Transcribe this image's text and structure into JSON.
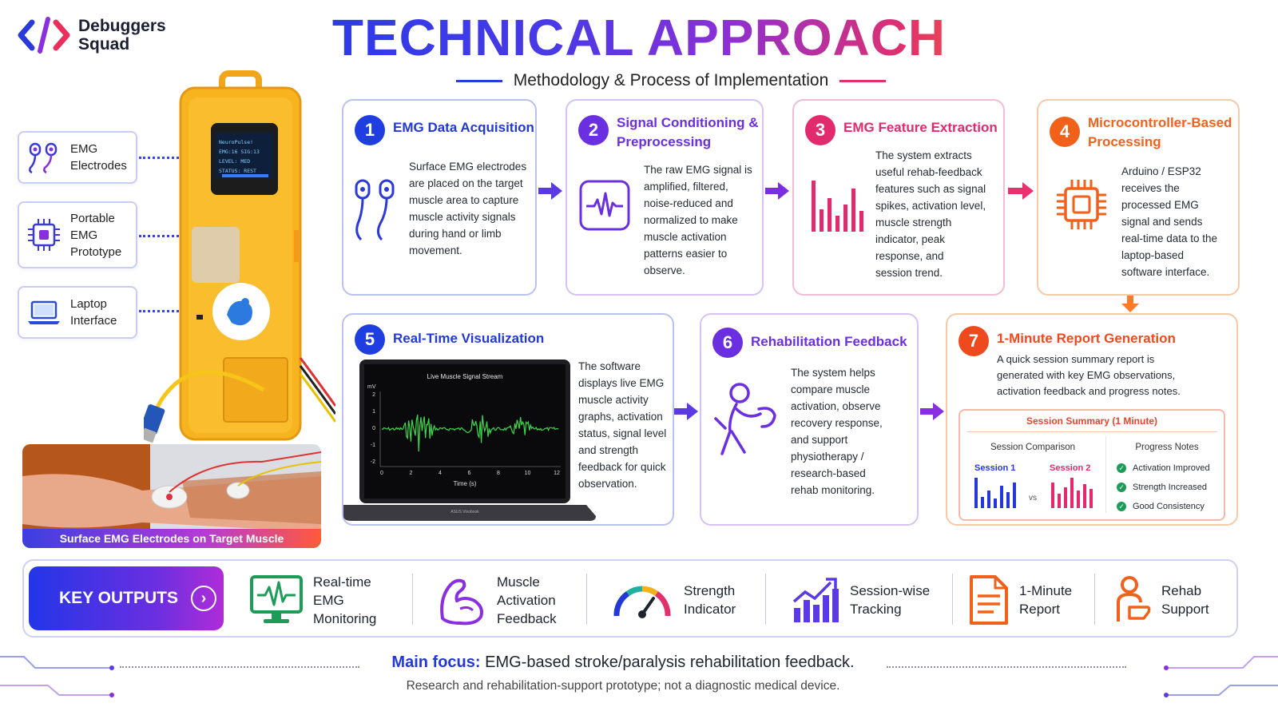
{
  "brand": {
    "name": "Debuggers\nSquad"
  },
  "header": {
    "title": "TECHNICAL APPROACH",
    "subtitle": "Methodology & Process of Implementation"
  },
  "side_labels": [
    {
      "label": "EMG\nElectrodes",
      "icon": "electrodes-icon"
    },
    {
      "label": "Portable\nEMG\nPrototype",
      "icon": "chip-icon"
    },
    {
      "label": "Laptop\nInterface",
      "icon": "laptop-icon"
    }
  ],
  "device": {
    "screen_lines": [
      "NeuroPulse!",
      "EMG:16   SIG:13",
      "LEVEL: MED",
      "STATUS: REST"
    ]
  },
  "photo": {
    "caption": "Surface EMG Electrodes on Target Muscle"
  },
  "steps": [
    {
      "num": "1",
      "title": "EMG Data Acquisition",
      "desc": "Surface EMG electrodes\nare placed on the target\nmuscle area to capture\nmuscle activity signals\nduring hand or limb\nmovement."
    },
    {
      "num": "2",
      "title": "Signal Conditioning &\nPreprocessing",
      "desc": "The raw EMG signal is\namplified, filtered,\nnoise-reduced and\nnormalized to make\nmuscle activation\npatterns easier to\nobserve."
    },
    {
      "num": "3",
      "title": "EMG Feature Extraction",
      "desc": "The system extracts\nuseful rehab-feedback\nfeatures such as signal\nspikes, activation level,\nmuscle strength\nindicator, peak\nresponse, and\nsession trend."
    },
    {
      "num": "4",
      "title": "Microcontroller-Based\nProcessing",
      "desc": "Arduino / ESP32\nreceives the\nprocessed EMG\nsignal and sends\nreal-time data to the\nlaptop-based\nsoftware interface."
    },
    {
      "num": "5",
      "title": "Real-Time Visualization",
      "desc": "The software\ndisplays live EMG\nmuscle activity\ngraphs, activation\nstatus, signal level\nand strength\nfeedback for quick\nobservation."
    },
    {
      "num": "6",
      "title": "Rehabilitation Feedback",
      "desc": "The system helps\ncompare muscle\nactivation, observe\nrecovery response,\nand support\nphysiotherapy /\nresearch-based\nrehab monitoring."
    },
    {
      "num": "7",
      "title": "1-Minute Report Generation",
      "desc": "A quick session summary report is\ngenerated with key EMG observations,\nactivation feedback and progress notes."
    }
  ],
  "laptop_screen": {
    "title": "Live Muscle Signal Stream",
    "ylabel": "mV",
    "xlabel": "Time (s)",
    "yticks": [
      "2",
      "1",
      "0",
      "-1",
      "-2"
    ],
    "xticks": [
      "0",
      "2",
      "4",
      "6",
      "8",
      "10",
      "12"
    ],
    "brand": "ASUS Vivobook"
  },
  "report": {
    "title": "Session Summary (1 Minute)",
    "comparison_label": "Session Comparison",
    "notes_label": "Progress Notes",
    "session1": "Session 1",
    "session2": "Session 2",
    "vs": "vs",
    "notes": [
      "Activation Improved",
      "Strength Increased",
      "Good Consistency"
    ]
  },
  "outputs": {
    "button": "KEY OUTPUTS",
    "items": [
      {
        "label": "Real-time\nEMG\nMonitoring",
        "icon": "monitor-icon"
      },
      {
        "label": "Muscle\nActivation\nFeedback",
        "icon": "muscle-icon"
      },
      {
        "label": "Strength\nIndicator",
        "icon": "gauge-icon"
      },
      {
        "label": "Session-wise\nTracking",
        "icon": "trend-icon"
      },
      {
        "label": "1-Minute\nReport",
        "icon": "report-icon"
      },
      {
        "label": "Rehab\nSupport",
        "icon": "rehab-icon"
      }
    ]
  },
  "footer": {
    "focus_label": "Main focus:",
    "focus_text": "EMG-based stroke/paralysis rehabilitation feedback.",
    "disclaimer": "Research and rehabilitation-support prototype; not a diagnostic medical device."
  },
  "colors": {
    "blue": "#2a3ad8",
    "purple": "#7b2ee0",
    "magenta": "#e2306c",
    "orange": "#ff6a1a",
    "green_signal": "#3dd64a"
  }
}
